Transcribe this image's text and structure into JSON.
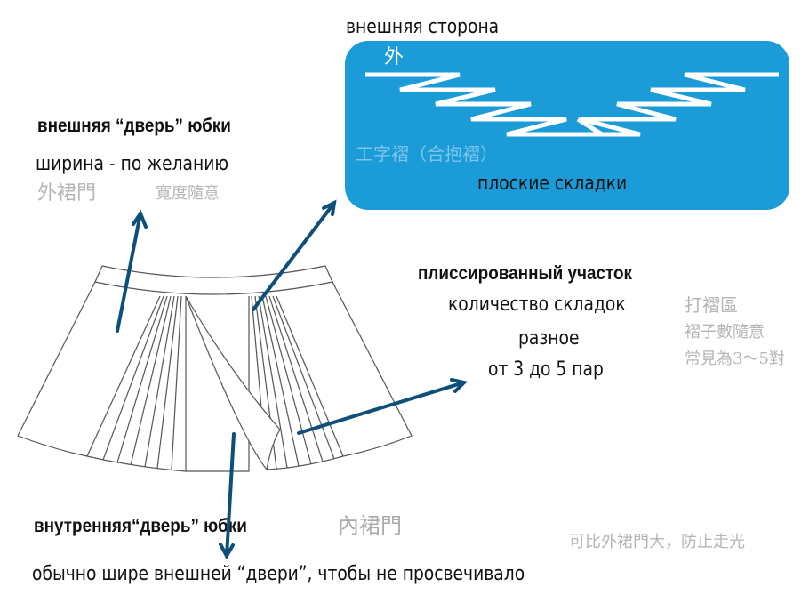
{
  "top_label": "внешняя сторона",
  "pleat_box": {
    "outer_char": "外",
    "zh": "工字褶（合抱褶）",
    "label": "плоские складки",
    "color": "#1b9bd8"
  },
  "outer_door": {
    "title": "внешняя “дверь” юбки",
    "zh_title": "外裙門",
    "desc": "ширина - по желанию",
    "zh_desc": "寬度隨意"
  },
  "pleated": {
    "title": "плиссированный участок",
    "zh_title": "打褶區",
    "line1": "количество складок",
    "zh_line1": "褶子數隨意",
    "line2": "разное",
    "zh_line2": "常見為3～5對",
    "line3": "от 3 до 5 пар"
  },
  "inner_door": {
    "title": "внутренняя“дверь” юбки",
    "zh_title": "內裙門",
    "desc": "обычно шире внешней “двери”, чтобы не просвечивало",
    "zh_desc": "可比外裙門大，防止走光"
  },
  "arrow_color": "#0d4f7a"
}
